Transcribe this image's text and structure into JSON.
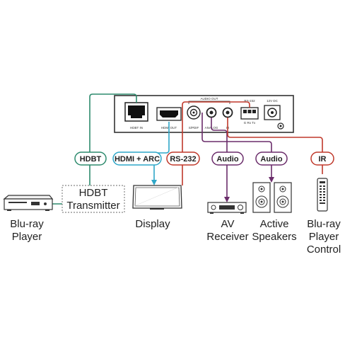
{
  "device": {
    "ports": {
      "hdbt_in": "HDBT IN",
      "hdmi_out": "HDMI OUT",
      "audio_out": "AUDIO OUT",
      "spdif": "S/PDIF",
      "analog": "ANALOG",
      "ir": "IR",
      "rs232": "RS-232",
      "rs232_pins": "G  Rx  Tx",
      "dc": "12V DC"
    }
  },
  "connections": {
    "hdbt": "HDBT",
    "hdmi_arc": "HDMI + ARC",
    "rs232": "RS-232",
    "audio_receiver": "Audio",
    "audio_speakers": "Audio",
    "ir": "IR"
  },
  "devices": {
    "bluray_player": [
      "Blu-ray",
      "Player"
    ],
    "hdbt_transmitter": [
      "HDBT",
      "Transmitter"
    ],
    "display": [
      "Display"
    ],
    "av_receiver": [
      "AV",
      "Receiver"
    ],
    "active_speakers": [
      "Active",
      "Speakers"
    ],
    "bluray_control": [
      "Blu-ray",
      "Player",
      "Control"
    ]
  },
  "colors": {
    "hdbt_line": "#2e8b6e",
    "hdmi_line": "#2fa7c8",
    "rs232_line": "#c0392b",
    "audio_line": "#6b2d6b",
    "ir_line": "#c0392b",
    "device_outline": "#333333"
  }
}
